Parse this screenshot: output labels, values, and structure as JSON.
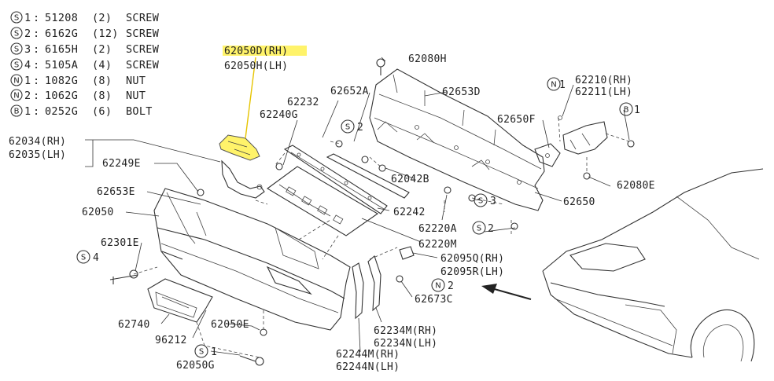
{
  "legend": [
    {
      "symbol": "S",
      "index": "1",
      "part": "51208",
      "qty": "(2)",
      "desc": "SCREW"
    },
    {
      "symbol": "S",
      "index": "2",
      "part": "6162G",
      "qty": "(12)",
      "desc": "SCREW"
    },
    {
      "symbol": "S",
      "index": "3",
      "part": "6165H",
      "qty": "(2)",
      "desc": "SCREW"
    },
    {
      "symbol": "S",
      "index": "4",
      "part": "5105A",
      "qty": "(4)",
      "desc": "SCREW"
    },
    {
      "symbol": "N",
      "index": "1",
      "part": "1082G",
      "qty": "(8)",
      "desc": "NUT"
    },
    {
      "symbol": "N",
      "index": "2",
      "part": "1062G",
      "qty": "(8)",
      "desc": "NUT"
    },
    {
      "symbol": "B",
      "index": "1",
      "part": "0252G",
      "qty": "(6)",
      "desc": "BOLT"
    }
  ],
  "highlight_color": "#fff36a",
  "callouts": {
    "p62050D": "62050D(RH)",
    "p62050H": "62050H(LH)",
    "p62080H": "62080H",
    "p62653D": "62653D",
    "p62232": "62232",
    "p62652A": "62652A",
    "p62240G": "62240G",
    "p62210": "62210(RH)",
    "p62211": "62211(LH)",
    "p62650F": "62650F",
    "p62034": "62034(RH)",
    "p62035": "62035(LH)",
    "p62249E": "62249E",
    "p62653E": "62653E",
    "p62050": "62050",
    "p62042B": "62042B",
    "p62080E": "62080E",
    "p62242": "62242",
    "p62650": "62650",
    "p62220A": "62220A",
    "p62220M": "62220M",
    "p62301E": "62301E",
    "p62095Q": "62095Q(RH)",
    "p62095R": "62095R(LH)",
    "p62673C": "62673C",
    "p62740": "62740",
    "p62050E": "62050E",
    "p96212": "96212",
    "p62234M": "62234M(RH)",
    "p62234N": "62234N(LH)",
    "p62050G": "62050G",
    "p62244M": "62244M(RH)",
    "p62244N": "62244N(LH)"
  },
  "symbol_tags": [
    {
      "symbol": "N",
      "index": "1"
    },
    {
      "symbol": "B",
      "index": "1"
    },
    {
      "symbol": "S",
      "index": "2"
    },
    {
      "symbol": "S",
      "index": "3"
    },
    {
      "symbol": "S",
      "index": "2"
    },
    {
      "symbol": "S",
      "index": "4"
    },
    {
      "symbol": "N",
      "index": "2"
    },
    {
      "symbol": "S",
      "index": "1"
    }
  ]
}
